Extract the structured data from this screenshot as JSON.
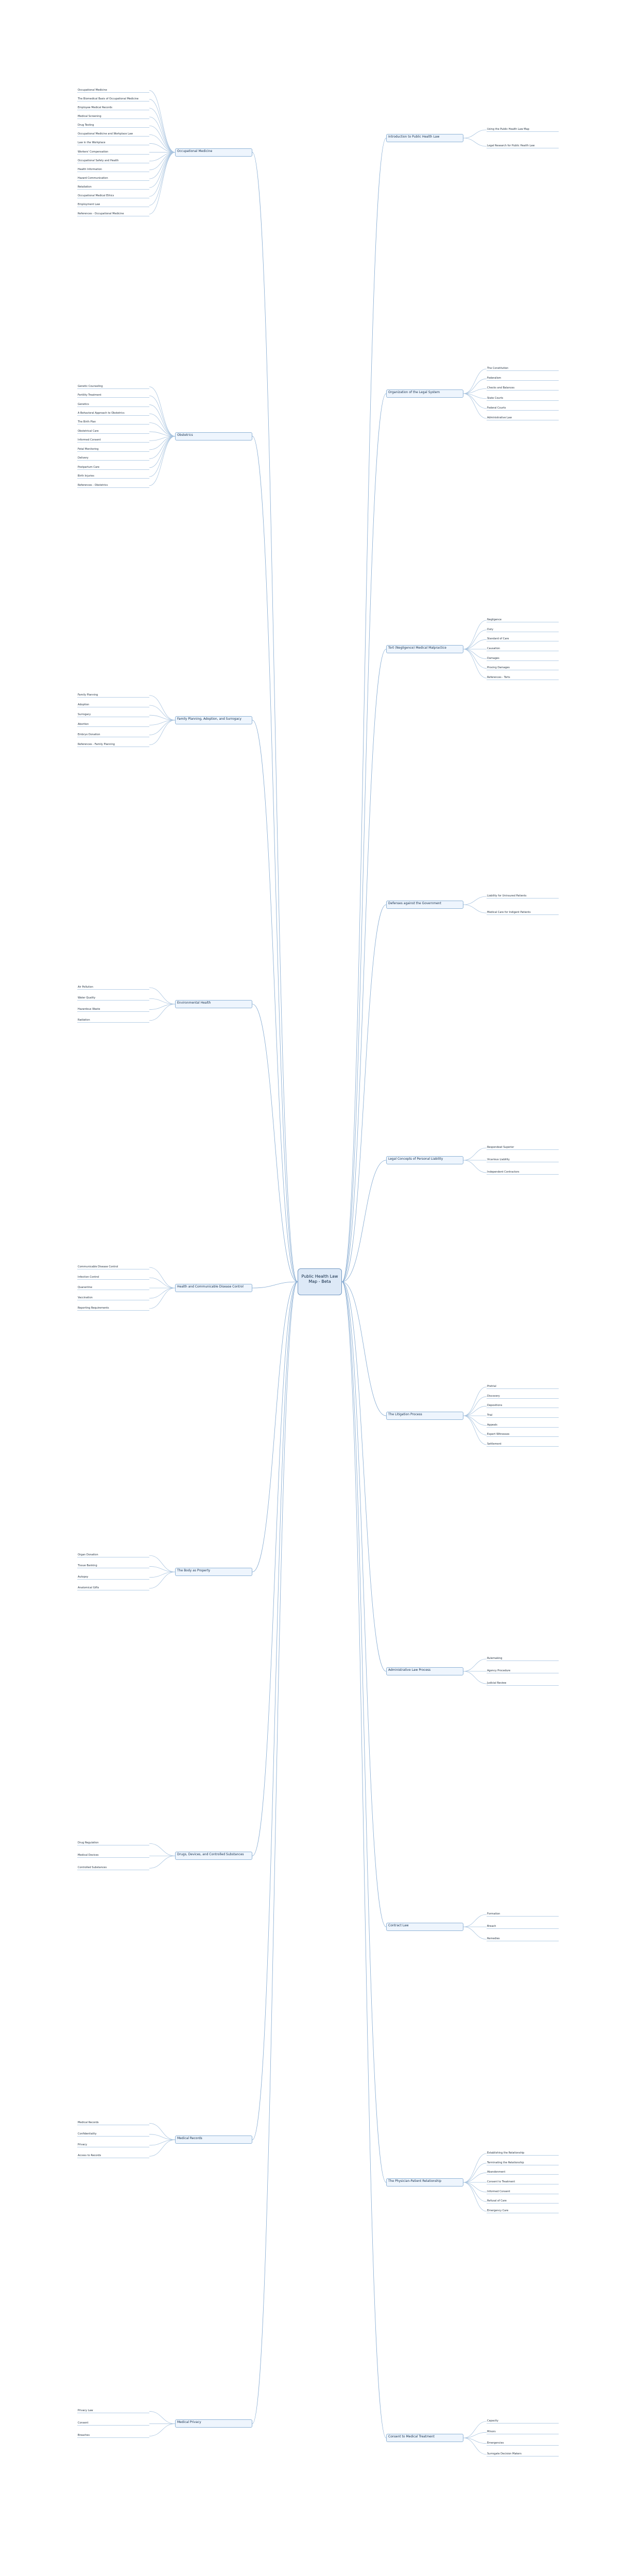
{
  "root": {
    "title": "Public Health Law Map - Beta"
  },
  "left": [
    {
      "label": "Occupational Medicine",
      "children": [
        "Occupational Medicine",
        "The Biomedical Basis of Occupational Medicine",
        "Employee Medical Records",
        "Medical Screening",
        "Drug Testing",
        "Occupational Medicine and Workplace Law",
        "Law in the Workplace",
        "Workers' Compensation",
        "Occupational Safety and Health",
        "Health Information",
        "Hazard Communication",
        "Retaliation",
        "Occupational Medical Ethics",
        "Employment Law",
        "References - Occupational Medicine"
      ]
    },
    {
      "label": "Obstetrics",
      "children": [
        "Genetic Counseling",
        "Fertility Treatment",
        "Genetics",
        "A Behavioral Approach to Obstetrics",
        "The Birth Plan",
        "Obstetrical Care",
        "Informed Consent",
        "Fetal Monitoring",
        "Delivery",
        "Postpartum Care",
        "Birth Injuries",
        "References - Obstetrics"
      ]
    },
    {
      "label": "Family Planning, Adoption, and Surrogacy",
      "children": [
        "Family Planning",
        "Adoption",
        "Surrogacy",
        "Abortion",
        "Embryo Donation",
        "References - Family Planning"
      ]
    },
    {
      "label": "Environmental Health",
      "children": [
        "Air Pollution",
        "Water Quality",
        "Hazardous Waste",
        "Radiation"
      ]
    },
    {
      "label": "Health and Communicable Disease Control",
      "children": [
        "Communicable Disease Control",
        "Infection Control",
        "Quarantine",
        "Vaccination",
        "Reporting Requirements"
      ]
    },
    {
      "label": "The Body as Property",
      "children": [
        "Organ Donation",
        "Tissue Banking",
        "Autopsy",
        "Anatomical Gifts"
      ]
    },
    {
      "label": "Drugs, Devices, and Controlled Substances",
      "children": [
        "Drug Regulation",
        "Medical Devices",
        "Controlled Substances"
      ]
    },
    {
      "label": "Medical Records",
      "children": [
        "Medical Records",
        "Confidentiality",
        "Privacy",
        "Access to Records"
      ]
    },
    {
      "label": "Medical Privacy",
      "children": [
        "Privacy Law",
        "Consent",
        "Breaches"
      ]
    }
  ],
  "right": [
    {
      "label": "Introduction to Public Health Law",
      "children": [
        "Using the Public Health Law Map",
        "Legal Research for Public Health Law"
      ]
    },
    {
      "label": "Organization of the Legal System",
      "children": [
        "The Constitution",
        "Federalism",
        "Checks and Balances",
        "State Courts",
        "Federal Courts",
        "Administrative Law"
      ]
    },
    {
      "label": "Tort (Negligence) Medical Malpractice",
      "children": [
        "Negligence",
        "Duty",
        "Standard of Care",
        "Causation",
        "Damages",
        "Proving Damages",
        "References - Torts"
      ]
    },
    {
      "label": "Defenses against the Government",
      "children": [
        "Liability for Uninsured Patients",
        "Medical Care for Indigent Patients"
      ]
    },
    {
      "label": "Legal Concepts of Personal Liability",
      "children": [
        "Respondeat Superior",
        "Vicarious Liability",
        "Independent Contractors"
      ]
    },
    {
      "label": "The Litigation Process",
      "children": [
        "Pretrial",
        "Discovery",
        "Depositions",
        "Trial",
        "Appeals",
        "Expert Witnesses",
        "Settlement"
      ]
    },
    {
      "label": "Administrative Law Process",
      "children": [
        "Rulemaking",
        "Agency Procedure",
        "Judicial Review"
      ]
    },
    {
      "label": "Contract Law",
      "children": [
        "Formation",
        "Breach",
        "Remedies"
      ]
    },
    {
      "label": "The Physician-Patient Relationship",
      "children": [
        "Establishing the Relationship",
        "Terminating the Relationship",
        "Abandonment",
        "Consent to Treatment",
        "Informed Consent",
        "Refusal of Care",
        "Emergency Care"
      ]
    },
    {
      "label": "Consent to Medical Treatment",
      "children": [
        "Capacity",
        "Minors",
        "Emergencies",
        "Surrogate Decision Makers"
      ]
    }
  ]
}
